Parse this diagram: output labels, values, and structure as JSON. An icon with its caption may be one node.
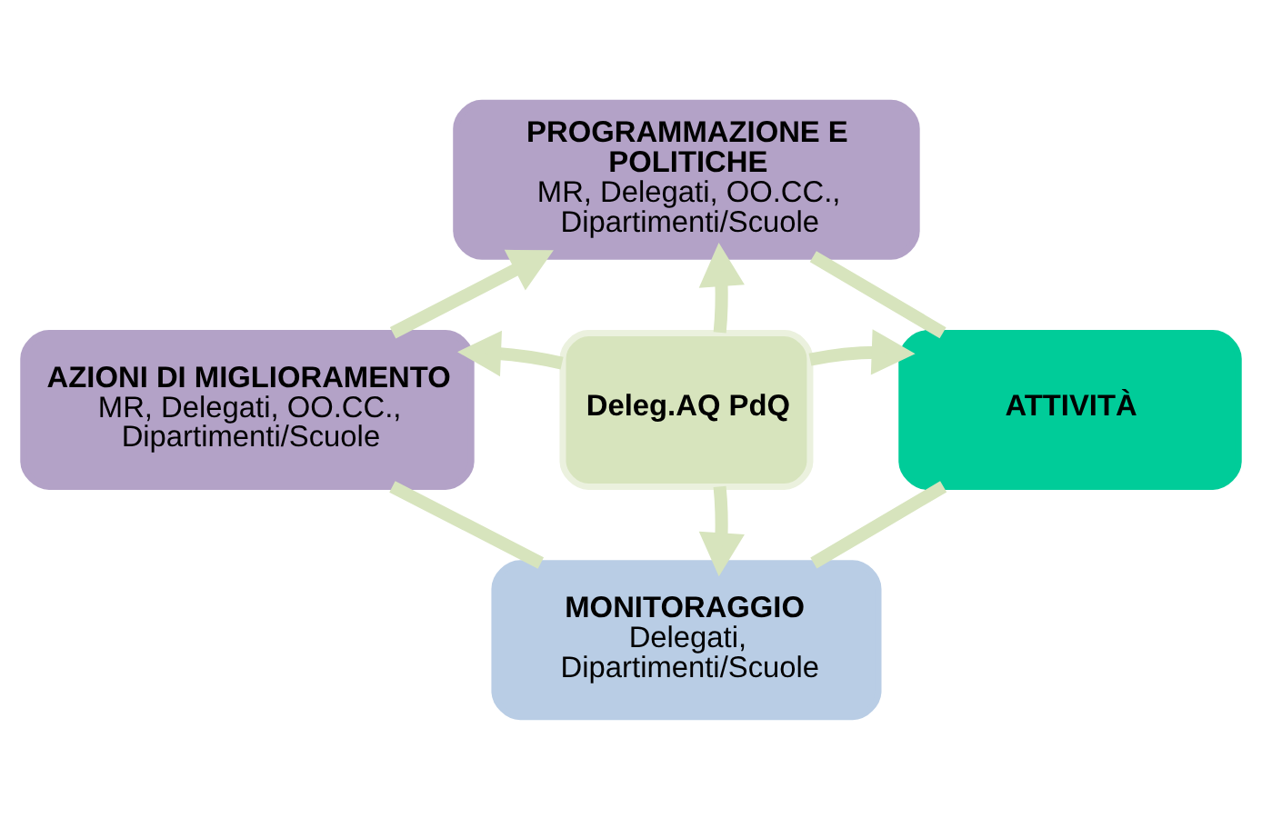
{
  "diagram": {
    "nodes": [
      {
        "text": [
          "PROGRAMMAZIONE E POLITICHE",
          "MR, Delegati, OO.CC., Dipartimenti/Scuole"
        ]
      },
      {
        "text": [
          "AZIONI DI MIGLIORAMENTO",
          "MR, Delegati, OO.CC., Dipartimenti/Scuole"
        ]
      },
      {
        "text": [
          "Deleg.AQ PdQ"
        ]
      },
      {
        "text": [
          "ATTIVITÀ"
        ]
      },
      {
        "text": [
          "MONITORAGGIO",
          "Delegati, Dipartimenti/Scuole"
        ]
      }
    ],
    "edges": [
      {
        "from": 2,
        "to": 0,
        "arrow": "to"
      },
      {
        "from": 2,
        "to": 1,
        "arrow": "to"
      },
      {
        "from": 2,
        "to": 3,
        "arrow": "to"
      },
      {
        "from": 2,
        "to": 4,
        "arrow": "to"
      },
      {
        "from": 1,
        "to": 0,
        "arrow": "to"
      },
      {
        "from": 0,
        "to": 3,
        "arrow": "none"
      },
      {
        "from": 3,
        "to": 4,
        "arrow": "none"
      },
      {
        "from": 4,
        "to": 1,
        "arrow": "none"
      }
    ]
  }
}
